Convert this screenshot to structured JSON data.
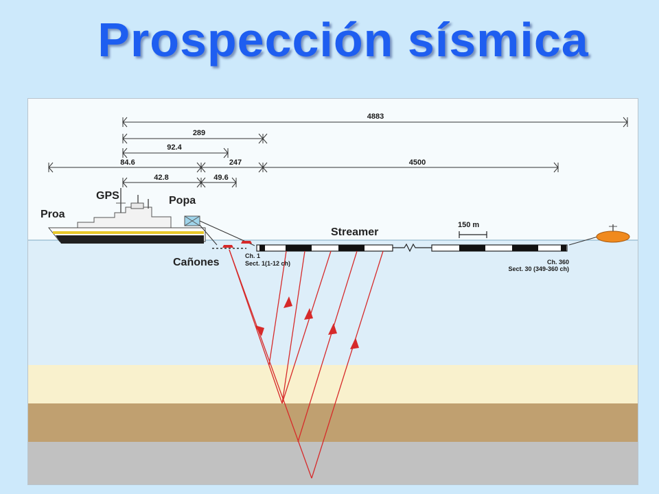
{
  "title": "Prospección sísmica",
  "diagram": {
    "dimensions": {
      "total": "4883",
      "gps_to_streamer": "289",
      "gps_to_guns": "92.4",
      "bow_to_gps": "84.6",
      "stern_to_streamer": "247",
      "streamer_length": "4500",
      "gps_to_stern": "42.8",
      "stern_to_guns": "49.6"
    },
    "labels": {
      "bow": "Proa",
      "gps": "GPS",
      "stern": "Popa",
      "streamer": "Streamer",
      "scale": "150 m",
      "guns": "Cañones",
      "ch1": "Ch. 1",
      "sect1": "Sect. 1(1-12 ch)",
      "ch360": "Ch. 360",
      "sect30": "Sect. 30 (349-360 ch)"
    },
    "colors": {
      "water": "#ddeef9",
      "layer1": "#f9f1cd",
      "layer2": "#c0a070",
      "layer3": "#c1c1c1",
      "ray": "#d62a2a",
      "buoy": "#f08a1e"
    }
  }
}
